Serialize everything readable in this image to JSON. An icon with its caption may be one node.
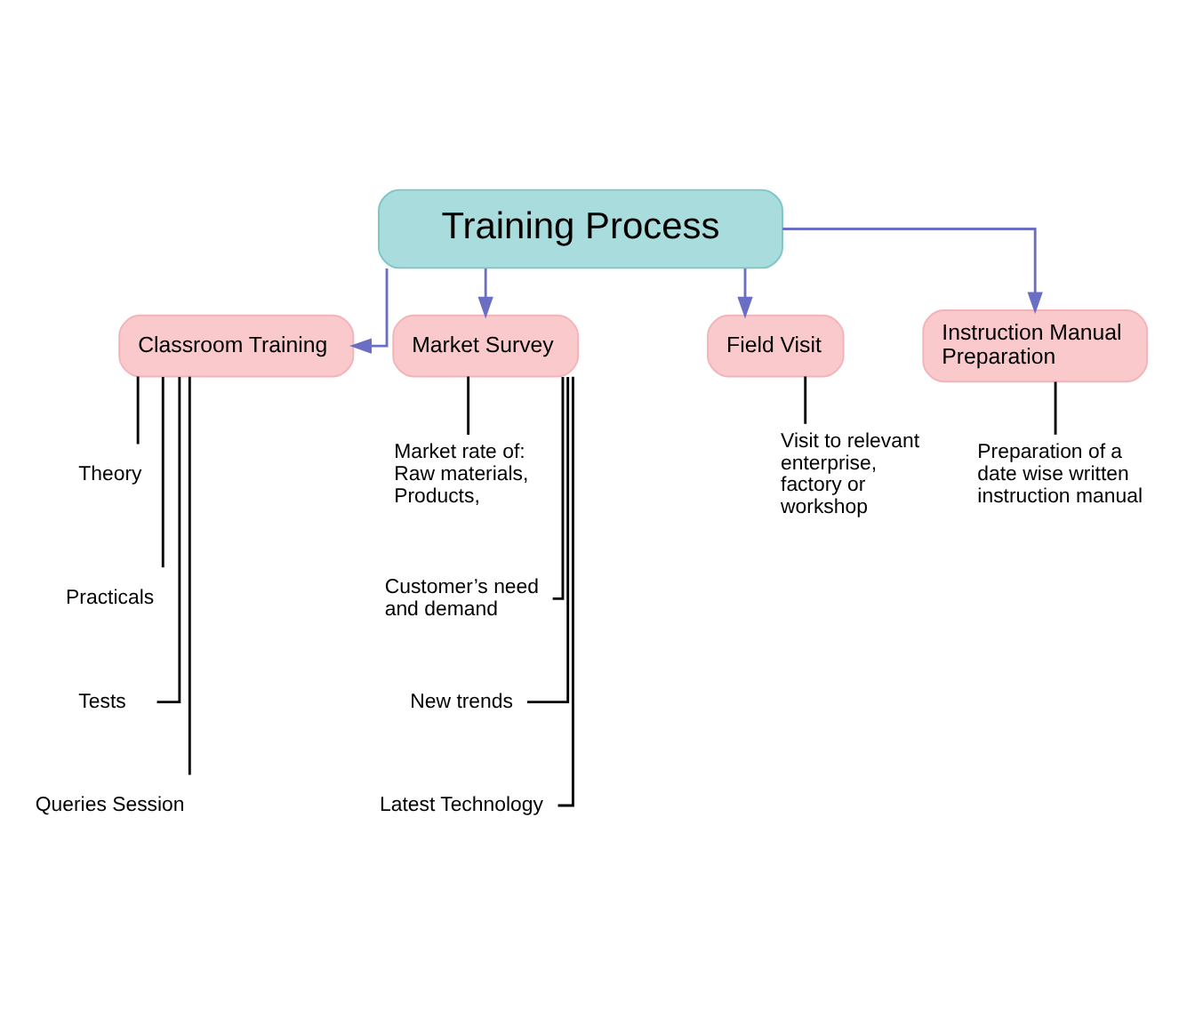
{
  "diagram": {
    "nodes": [
      {
        "text": [
          "Training Process"
        ]
      },
      {
        "text": [
          "Classroom Training"
        ]
      },
      {
        "text": [
          "Market Survey"
        ]
      },
      {
        "text": [
          "Field Visit"
        ]
      },
      {
        "text": [
          "Instruction Manual Preparation"
        ]
      },
      {
        "text": [
          "Theory"
        ]
      },
      {
        "text": [
          "Practicals"
        ]
      },
      {
        "text": [
          "Tests"
        ]
      },
      {
        "text": [
          "Queries Session"
        ]
      },
      {
        "text": [
          "Market rate of: Raw materials, Products,"
        ]
      },
      {
        "text": [
          "Customer’s need and demand"
        ]
      },
      {
        "text": [
          "New trends"
        ]
      },
      {
        "text": [
          "Latest Technology"
        ]
      },
      {
        "text": [
          "Visit to relevant enterprise, factory or workshop"
        ]
      },
      {
        "text": [
          "Preparation of a date wise written instruction manual"
        ]
      }
    ],
    "edges": [
      {
        "from": 0,
        "to": 1,
        "arrow": "to",
        "color": "#6b6fc4"
      },
      {
        "from": 0,
        "to": 2,
        "arrow": "to",
        "color": "#6b6fc4"
      },
      {
        "from": 0,
        "to": 3,
        "arrow": "to",
        "color": "#6b6fc4"
      },
      {
        "from": 0,
        "to": 4,
        "arrow": "to",
        "color": "#6b6fc4"
      },
      {
        "from": 1,
        "to": 5,
        "arrow": "none"
      },
      {
        "from": 1,
        "to": 6,
        "arrow": "none"
      },
      {
        "from": 1,
        "to": 7,
        "arrow": "none"
      },
      {
        "from": 1,
        "to": 8,
        "arrow": "none"
      },
      {
        "from": 2,
        "to": 9,
        "arrow": "none"
      },
      {
        "from": 2,
        "to": 10,
        "arrow": "none"
      },
      {
        "from": 2,
        "to": 11,
        "arrow": "none"
      },
      {
        "from": 2,
        "to": 12,
        "arrow": "none"
      },
      {
        "from": 3,
        "to": 13,
        "arrow": "none"
      },
      {
        "from": 4,
        "to": 14,
        "arrow": "none"
      }
    ]
  }
}
